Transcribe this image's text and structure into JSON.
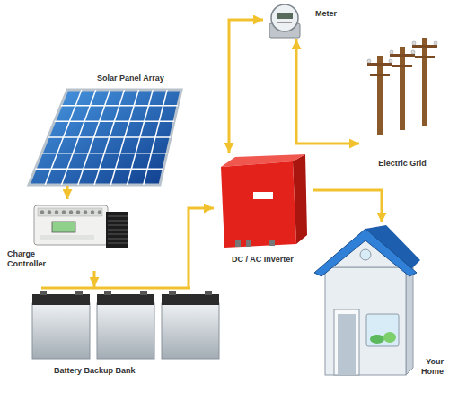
{
  "diagram": {
    "nodes": [
      {
        "text": [
          "Solar Panel Array"
        ]
      },
      {
        "text": [
          "Meter"
        ]
      },
      {
        "text": [
          "Electric Grid"
        ]
      },
      {
        "text": [
          "Charge Controller"
        ]
      },
      {
        "text": [
          "DC / AC Inverter"
        ]
      },
      {
        "text": [
          "Your Home"
        ]
      },
      {
        "text": [
          "Battery Backup Bank"
        ]
      }
    ],
    "edges": [
      {
        "from": 0,
        "to": 3,
        "arrow": "to"
      },
      {
        "from": 3,
        "to": 6,
        "arrow": "to"
      },
      {
        "from": 6,
        "to": 4,
        "arrow": "to"
      },
      {
        "from": 4,
        "to": 5,
        "arrow": "to"
      },
      {
        "from": 4,
        "to": 1,
        "arrow": "both"
      },
      {
        "from": 1,
        "to": 2,
        "arrow": "both"
      }
    ]
  }
}
